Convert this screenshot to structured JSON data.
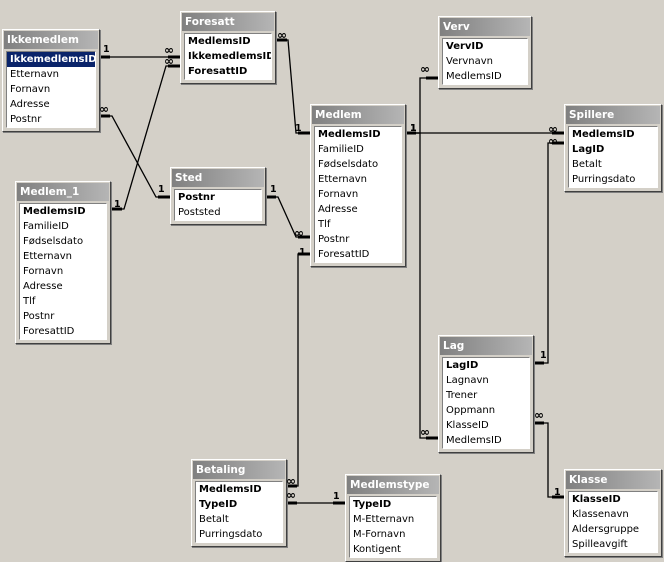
{
  "tables": [
    {
      "id": "ikkemedlem",
      "title": "Ikkemedlem",
      "fields": [
        {
          "name": "IkkemedlemsID",
          "key": true,
          "selected": true
        },
        {
          "name": "Etternavn"
        },
        {
          "name": "Fornavn"
        },
        {
          "name": "Adresse"
        },
        {
          "name": "Postnr"
        }
      ]
    },
    {
      "id": "foresatt",
      "title": "Foresatt",
      "fields": [
        {
          "name": "MedlemsID",
          "key": true
        },
        {
          "name": "IkkemedlemsID",
          "key": true
        },
        {
          "name": "ForesattID",
          "key": true
        }
      ]
    },
    {
      "id": "verv",
      "title": "Verv",
      "fields": [
        {
          "name": "VervID",
          "key": true
        },
        {
          "name": "Vervnavn"
        },
        {
          "name": "MedlemsID"
        }
      ]
    },
    {
      "id": "medlem",
      "title": "Medlem",
      "fields": [
        {
          "name": "MedlemsID",
          "key": true
        },
        {
          "name": "FamilieID"
        },
        {
          "name": "Fødselsdato"
        },
        {
          "name": "Etternavn"
        },
        {
          "name": "Fornavn"
        },
        {
          "name": "Adresse"
        },
        {
          "name": "Tlf"
        },
        {
          "name": "Postnr"
        },
        {
          "name": "ForesattID"
        }
      ]
    },
    {
      "id": "spillere",
      "title": "Spillere",
      "fields": [
        {
          "name": "MedlemsID",
          "key": true
        },
        {
          "name": "LagID",
          "key": true
        },
        {
          "name": "Betalt"
        },
        {
          "name": "Purringsdato"
        }
      ]
    },
    {
      "id": "medlem1",
      "title": "Medlem_1",
      "fields": [
        {
          "name": "MedlemsID",
          "key": true
        },
        {
          "name": "FamilieID"
        },
        {
          "name": "Fødselsdato"
        },
        {
          "name": "Etternavn"
        },
        {
          "name": "Fornavn"
        },
        {
          "name": "Adresse"
        },
        {
          "name": "Tlf"
        },
        {
          "name": "Postnr"
        },
        {
          "name": "ForesattID"
        }
      ]
    },
    {
      "id": "sted",
      "title": "Sted",
      "fields": [
        {
          "name": "Postnr",
          "key": true
        },
        {
          "name": "Poststed"
        }
      ]
    },
    {
      "id": "lag",
      "title": "Lag",
      "fields": [
        {
          "name": "LagID",
          "key": true
        },
        {
          "name": "Lagnavn"
        },
        {
          "name": "Trener"
        },
        {
          "name": "Oppmann"
        },
        {
          "name": "KlasseID"
        },
        {
          "name": "MedlemsID"
        }
      ]
    },
    {
      "id": "betaling",
      "title": "Betaling",
      "fields": [
        {
          "name": "MedlemsID",
          "key": true
        },
        {
          "name": "TypeID",
          "key": true
        },
        {
          "name": "Betalt"
        },
        {
          "name": "Purringsdato"
        }
      ]
    },
    {
      "id": "medlemstype",
      "title": "Medlemstype",
      "fields": [
        {
          "name": "TypeID",
          "key": true
        },
        {
          "name": "M-Etternavn"
        },
        {
          "name": "M-Fornavn"
        },
        {
          "name": "Kontigent"
        }
      ]
    },
    {
      "id": "klasse",
      "title": "Klasse",
      "fields": [
        {
          "name": "KlasseID",
          "key": true
        },
        {
          "name": "Klassenavn"
        },
        {
          "name": "Aldersgruppe"
        },
        {
          "name": "Spilleavgift"
        }
      ]
    }
  ],
  "relationships": [
    {
      "id": "ikkemedlem-foresatt",
      "one": "1",
      "many": "∞"
    },
    {
      "id": "ikkemedlem-sted",
      "one": "1",
      "many": "∞"
    },
    {
      "id": "medlem1-foresatt",
      "one": "1",
      "many": "∞"
    },
    {
      "id": "foresatt-medlem",
      "one": "1",
      "many": "∞"
    },
    {
      "id": "sted-medlem",
      "one": "1",
      "many": "∞"
    },
    {
      "id": "medlem-spillere",
      "one": "1",
      "many": "∞"
    },
    {
      "id": "medlem-verv",
      "one": "1",
      "many": "∞"
    },
    {
      "id": "medlem-lag",
      "one": "1",
      "many": "∞"
    },
    {
      "id": "lag-spillere",
      "one": "1",
      "many": "∞"
    },
    {
      "id": "lag-klasse",
      "one": "1",
      "many": "∞"
    },
    {
      "id": "medlem-betaling",
      "one": "1",
      "many": "∞"
    },
    {
      "id": "medlemstype-betaling",
      "one": "1",
      "many": "∞"
    }
  ]
}
